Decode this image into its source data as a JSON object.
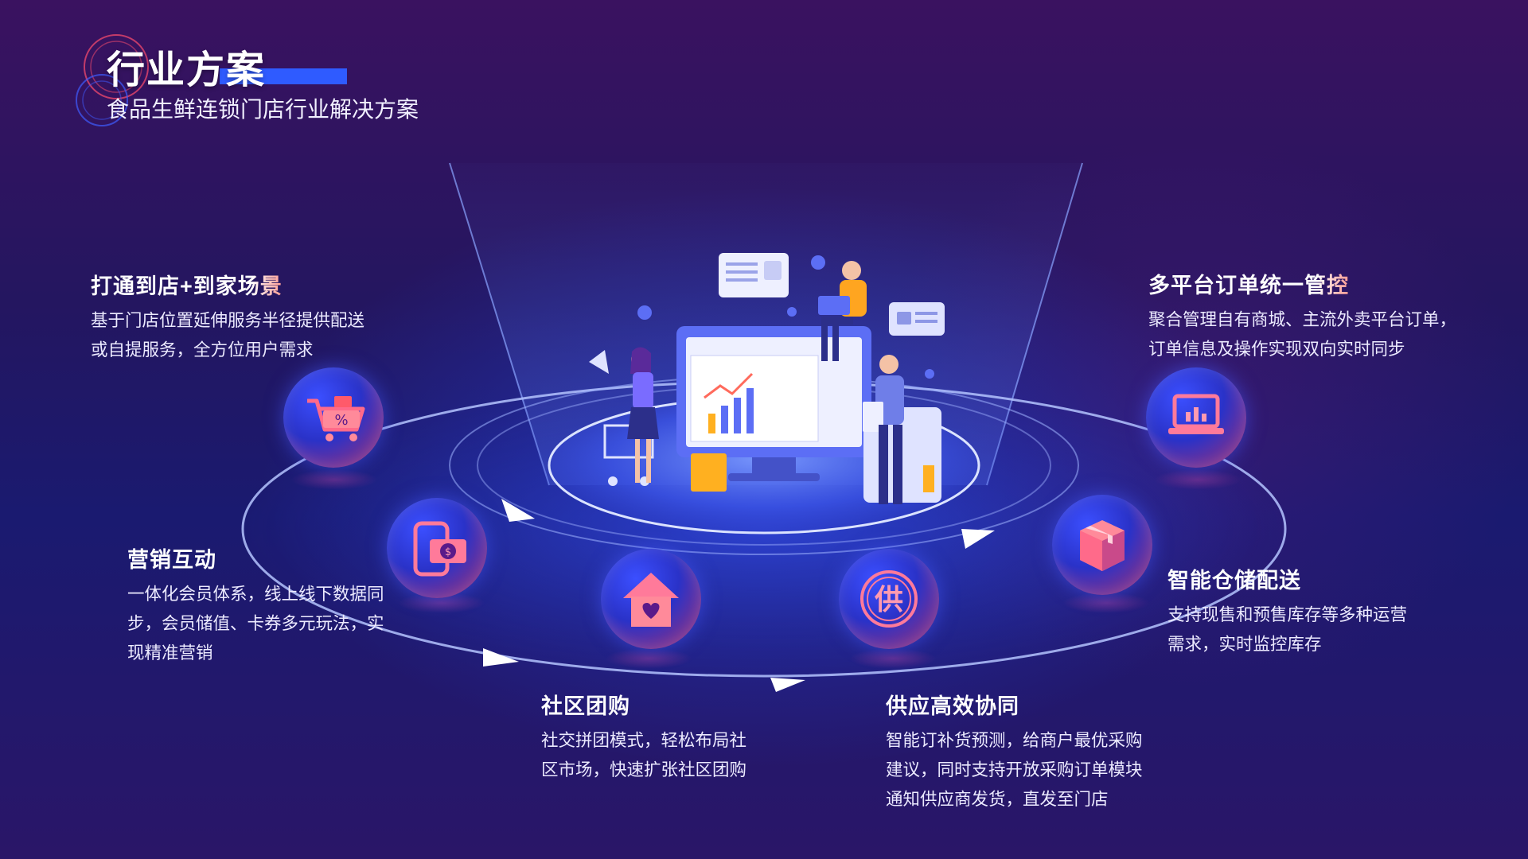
{
  "header": {
    "title": "行业方案",
    "subtitle": "食品生鲜连锁门店行业解决方案"
  },
  "features": [
    {
      "id": "store-delivery",
      "title": "打通到店+到家场景",
      "lines": [
        "基于门店位置延伸服务半径提供配送",
        "或自提服务，全方位用户需求"
      ],
      "icon": "shopping-cart-icon"
    },
    {
      "id": "marketing",
      "title": "营销互动",
      "lines": [
        "一体化会员体系，线上线下数据同",
        "步，会员储值、卡券多元玩法，实",
        "现精准营销"
      ],
      "icon": "phone-money-icon"
    },
    {
      "id": "community",
      "title": "社区团购",
      "lines": [
        "社交拼团模式，轻松布局社",
        "区市场，快速扩张社区团购"
      ],
      "icon": "home-heart-icon"
    },
    {
      "id": "supply",
      "title": "供应高效协同",
      "lines": [
        "智能订补货预测，给商户最优采购",
        "建议，同时支持开放采购订单模块",
        "通知供应商发货，直发至门店"
      ],
      "icon": "supply-icon",
      "icon_text": "供"
    },
    {
      "id": "warehouse",
      "title": "智能仓储配送",
      "lines": [
        "支持现售和预售库存等多种运营",
        "需求，实时监控库存"
      ],
      "icon": "package-icon"
    },
    {
      "id": "orders",
      "title": "多平台订单统一管控",
      "lines": [
        "聚合管理自有商城、主流外卖平台订单，",
        "订单信息及操作实现双向实时同步"
      ],
      "icon": "laptop-chart-icon"
    }
  ],
  "colors": {
    "accent_blue": "#2f5bff",
    "accent_red": "#ff6a5c",
    "accent_orange": "#ffb06a",
    "orb_blue": "#3b4fff",
    "orb_pink": "#b0306a"
  }
}
